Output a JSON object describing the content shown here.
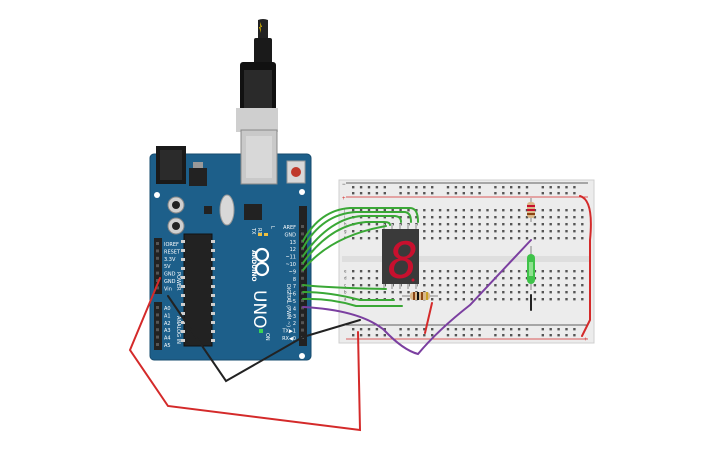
{
  "board": {
    "brand": "ARDUINO",
    "model": "UNO",
    "header_digital": "DIGITAL (PWM ~)",
    "header_power": "POWER",
    "header_analog": "ANALOG IN",
    "label_on": "ON",
    "label_l": "L",
    "label_tx": "TX",
    "label_rx": "RX",
    "digital_pins": [
      "AREF",
      "GND",
      "13",
      "12",
      "~11",
      "~10",
      "~9",
      "8",
      "7",
      "~6",
      "~5",
      "4",
      "~3",
      "2",
      "TX▶1",
      "RX◀0"
    ],
    "power_pins": [
      "IOREF",
      "RESET",
      "3.3V",
      "5V",
      "GND",
      "GND",
      "Vin"
    ],
    "analog_pins": [
      "A0",
      "A1",
      "A2",
      "A3",
      "A4",
      "A5"
    ]
  },
  "breadboard": {
    "rows": [
      "a",
      "b",
      "c",
      "d",
      "e",
      "f",
      "g",
      "h",
      "i",
      "j"
    ],
    "plus": "+",
    "minus": "−"
  },
  "components": {
    "display_digit": "8"
  },
  "colors": {
    "board": "#1d5f8a",
    "board_dark": "#164b6e",
    "wire_green": "#3aa836",
    "wire_red": "#d42a2a",
    "wire_black": "#222222",
    "wire_purple": "#7b3fa0",
    "display_body": "#3a3a3a",
    "segment": "#c8102e"
  }
}
